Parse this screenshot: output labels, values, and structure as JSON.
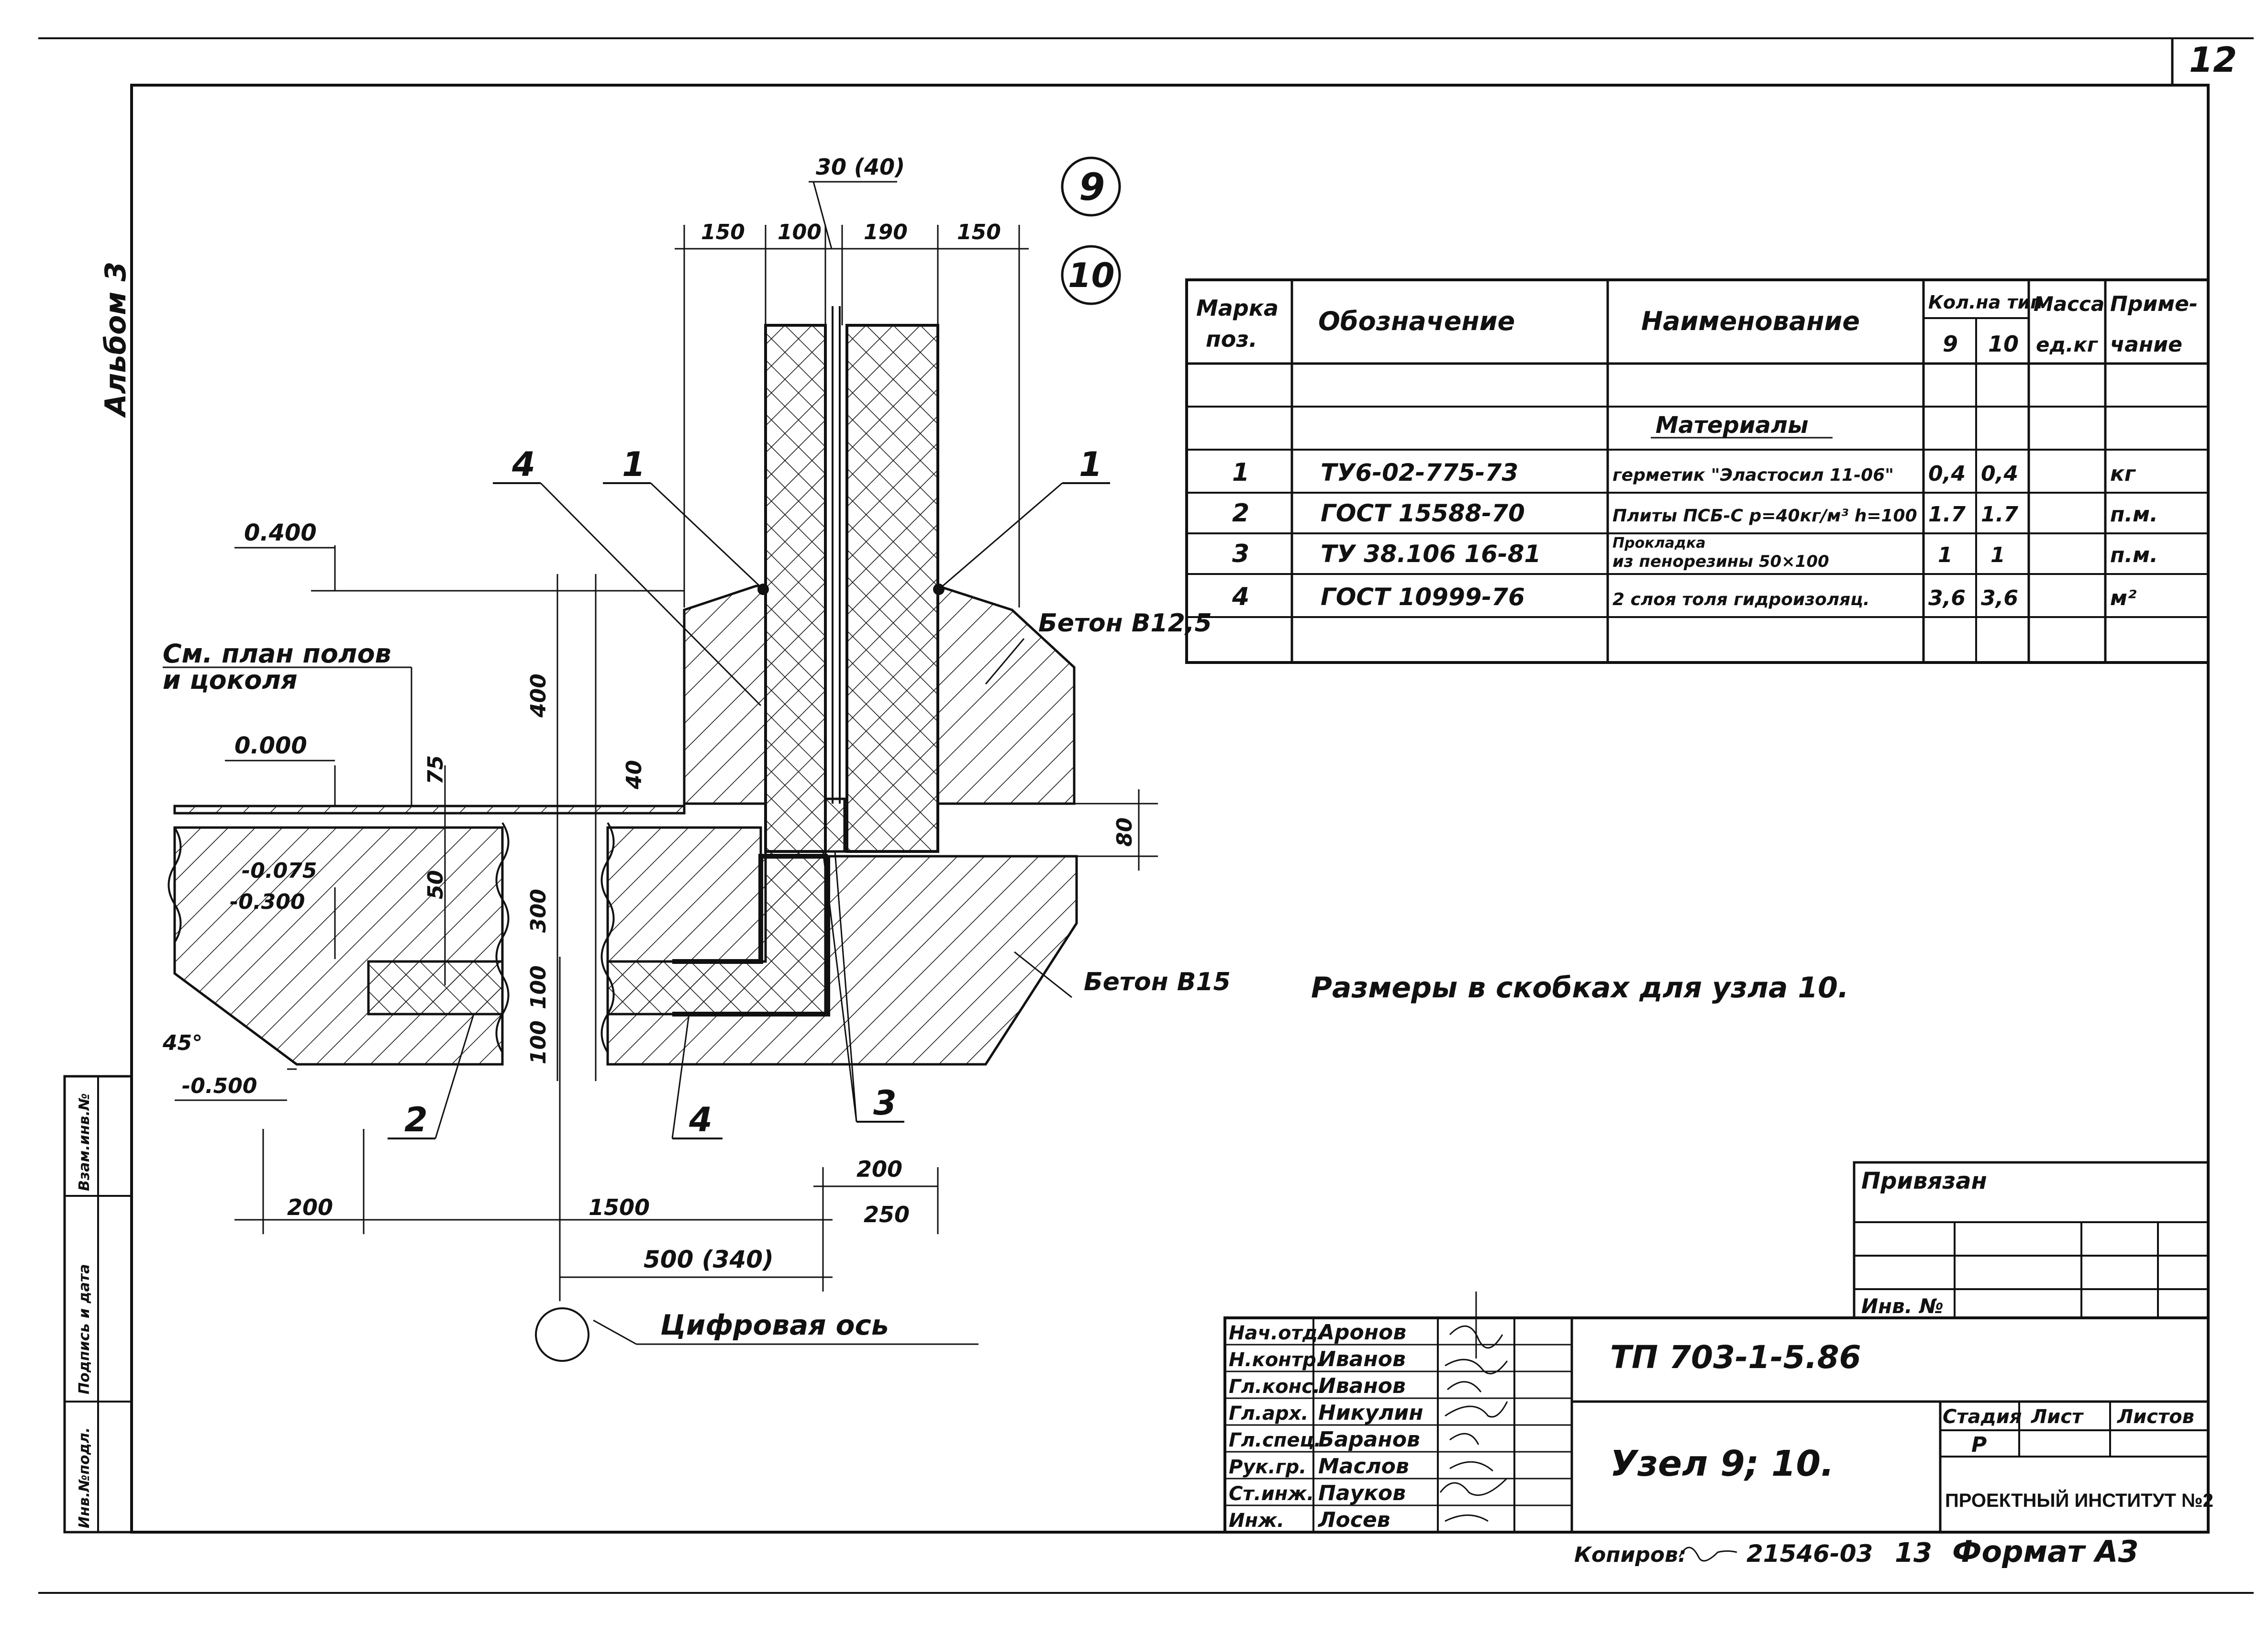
{
  "page_number": "12",
  "album": "Альбом 3",
  "node_markers": [
    "9",
    "10"
  ],
  "dimensions": {
    "top": [
      "150",
      "100",
      "190",
      "150"
    ],
    "top_gap": "30 (40)",
    "v_400": "400",
    "v_40": "40",
    "v_75": "75",
    "v_50": "50",
    "v_300": "300",
    "v_100a": "100",
    "v_100b": "100",
    "v_80": "80",
    "bottom_200a": "200",
    "bottom_1500": "1500",
    "bottom_500": "500 (340)",
    "bottom_200b": "200",
    "bottom_250": "250",
    "angle": "45°"
  },
  "levels": {
    "plus_0400": "0.400",
    "zero": "0.000",
    "m0075": "-0.075",
    "m0300": "-0.300",
    "m0500": "-0.500"
  },
  "callouts": {
    "c4_top": "4",
    "c1_left": "1",
    "c1_right": "1",
    "c2": "2",
    "c4_bottom": "4",
    "c3": "3"
  },
  "labels": {
    "see_plan_1": "См. план полов",
    "see_plan_2": "и цоколя",
    "concrete_1": "Бетон В12,5",
    "concrete_2": "Бетон В15",
    "axis": "Цифровая ось",
    "note": "Размеры в скобках для узла 10."
  },
  "spec_table": {
    "headers": {
      "mark_1": "Марка",
      "mark_2": "поз.",
      "designation": "Обозначение",
      "name": "Наименование",
      "qty": "Кол.на тип",
      "qty_9": "9",
      "qty_10": "10",
      "mass_1": "Масса",
      "mass_2": "ед.кг",
      "note_1": "Приме-",
      "note_2": "чание"
    },
    "section": "Материалы",
    "rows": [
      {
        "mark": "1",
        "designation": "ТУ6-02-775-73",
        "name": "герметик \"Эластосил 11-06\"",
        "q9": "0,4",
        "q10": "0,4",
        "mass": "",
        "note": "кг"
      },
      {
        "mark": "2",
        "designation": "ГОСТ 15588-70",
        "name": "Плиты ПСБ-С р=40кг/м³ h=100",
        "q9": "1.7",
        "q10": "1.7",
        "mass": "",
        "note": "п.м."
      },
      {
        "mark": "3",
        "designation": "ТУ 38.106 16-81",
        "name_1": "Прокладка",
        "name_2": "из пенорезины 50×100",
        "q9": "1",
        "q10": "1",
        "mass": "",
        "note": "п.м."
      },
      {
        "mark": "4",
        "designation": "ГОСТ 10999-76",
        "name": "2 слоя толя гидроизоляц.",
        "q9": "3,6",
        "q10": "3,6",
        "mass": "",
        "note": "м²"
      }
    ]
  },
  "privyazan": {
    "title": "Привязан",
    "inv": "Инв. №"
  },
  "title_block": {
    "roles": [
      "Нач.отд.",
      "Н.контр.",
      "Гл.конс.",
      "Гл.арх.",
      "Гл.спец.",
      "Рук.гр.",
      "Ст.инж.",
      "Инж."
    ],
    "names": [
      "Аронов",
      "Иванов",
      "Иванов",
      "Никулин",
      "Баранов",
      "Маслов",
      "Пауков",
      "Лосев"
    ],
    "project": "ТП 703-1-5.86",
    "title": "Узел 9; 10.",
    "stage_hdr": "Стадия",
    "sheet_hdr": "Лист",
    "sheets_hdr": "Листов",
    "stage": "Р",
    "institute": "ПРОЕКТНЫЙ ИНСТИТУТ №2"
  },
  "side_stamp": [
    "Инв.№подл.",
    "Подпись и дата",
    "Взам.инв.№"
  ],
  "footer": {
    "copied": "Копиров:",
    "copy_id": "21546-03",
    "copy_sheet": "13",
    "format": "Формат А3"
  }
}
